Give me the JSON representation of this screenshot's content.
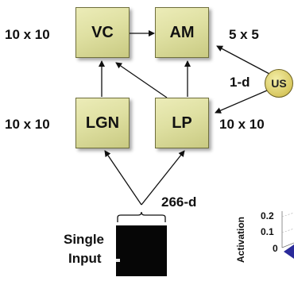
{
  "nodes": {
    "vc": "VC",
    "am": "AM",
    "lgn": "LGN",
    "lp": "LP",
    "us": "US"
  },
  "labels": {
    "vc_size": "10 x 10",
    "am_size": "5 x 5",
    "lgn_size": "10 x 10",
    "lp_size": "10 x 10",
    "us_dim": "1-d",
    "input_dim": "266-d",
    "single": "Single",
    "input": "Input"
  },
  "activation_plot": {
    "ylabel": "Activation",
    "ticks": [
      "0.2",
      "0.1",
      "0"
    ]
  },
  "colors": {
    "node_fill": "#dfe0a2",
    "us_fill": "#d8c860",
    "arrow": "#111111",
    "input_image": "#060606",
    "blue_mark": "#2a2a9a"
  }
}
